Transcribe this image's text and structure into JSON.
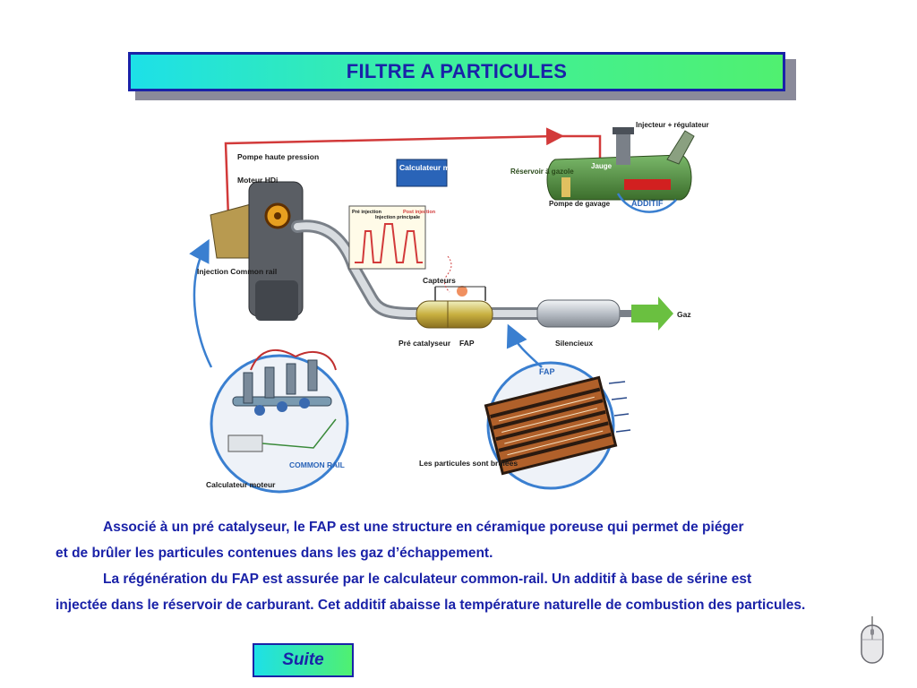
{
  "title": "FILTRE A PARTICULES",
  "diagram": {
    "pompe_haute_pression": "Pompe haute pression",
    "moteur_hdi": "Moteur HDi",
    "calculateur_moteur_top": "Calculateur moteur",
    "injecteur_regulateur": "Injecteur + régulateur",
    "reservoir_gazole": "Réservoir à gazole",
    "jauge": "Jauge",
    "pompe_gavage": "Pompe de gavage",
    "additif": "ADDITIF",
    "pre_injection": "Pré injection",
    "injection_principale": "Injection principale",
    "post_injection": "Post injection",
    "capteurs": "Capteurs",
    "gaz": "Gaz",
    "injection_common_rail": "Injection Common rail",
    "pre_catalyseur": "Pré catalyseur",
    "fap": "FAP",
    "silencieux": "Silencieux",
    "fap_zoom": "FAP",
    "common_rail": "COMMON RAIL",
    "calculateur_moteur_bottom": "Calculateur moteur",
    "particules_brulees": "Les particules sont brûlées"
  },
  "paragraph1": {
    "line1": "Associé à un pré catalyseur, le FAP est une structure en céramique poreuse qui permet de piéger",
    "line2": "et de brûler les particules contenues dans les gaz d’échappement."
  },
  "paragraph2": {
    "line1": "La régénération du FAP est assurée par le calculateur common-rail. Un additif à base de sérine est",
    "line2": "injectée dans le réservoir de carburant. Cet additif abaisse la température naturelle de combustion des particules."
  },
  "suite_button": "Suite",
  "colors": {
    "accent": "#1a22a8",
    "fuel_line": "#d23a3a",
    "arrow_blue": "#3a7fd0",
    "tank_green": "#4a8a3a"
  }
}
